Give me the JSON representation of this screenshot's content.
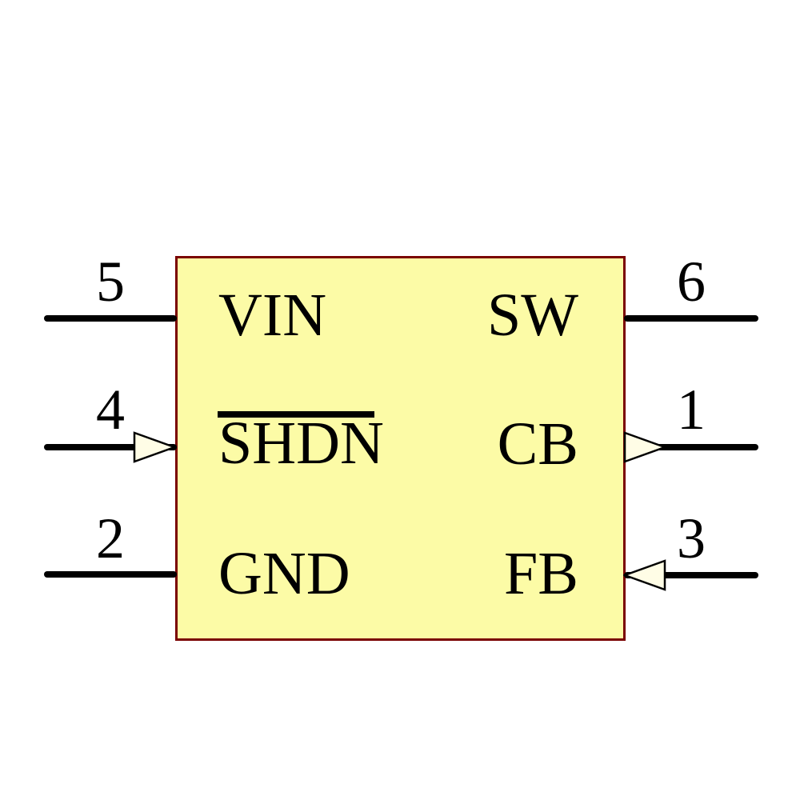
{
  "symbol": {
    "kind": "schematic IC symbol",
    "body_fill": "#fcfba6",
    "border_color": "#7a0000",
    "arrow_fill": "#fffde6",
    "pins_left": [
      {
        "number": "5",
        "label": "VIN",
        "arrow": "none",
        "overline": false
      },
      {
        "number": "4",
        "label": "SHDN",
        "arrow": "input-right",
        "overline": true
      },
      {
        "number": "2",
        "label": "GND",
        "arrow": "none",
        "overline": false
      }
    ],
    "pins_right": [
      {
        "number": "6",
        "label": "SW",
        "arrow": "none",
        "overline": false
      },
      {
        "number": "1",
        "label": "CB",
        "arrow": "output-right",
        "overline": false
      },
      {
        "number": "3",
        "label": "FB",
        "arrow": "input-left",
        "overline": false
      }
    ]
  }
}
